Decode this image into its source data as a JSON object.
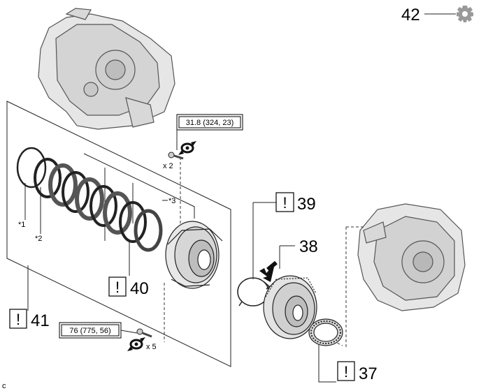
{
  "parts": {
    "p37": "37",
    "p38": "38",
    "p39": "39",
    "p40": "40",
    "p41": "41",
    "p42": "42"
  },
  "warning_symbol": "!",
  "torque": {
    "upper": "31.8 (324, 23)",
    "lower": "76 (775, 56)"
  },
  "quantities": {
    "upper": "x 2",
    "lower": "x 5"
  },
  "notes": {
    "n1": "*1",
    "n2": "*2",
    "n3": "*3"
  },
  "corner_letter": "c",
  "icons": {
    "gear": "gear-icon",
    "torque_wrench": "torque-wrench-icon",
    "arrow": "insert-arrow-icon"
  }
}
